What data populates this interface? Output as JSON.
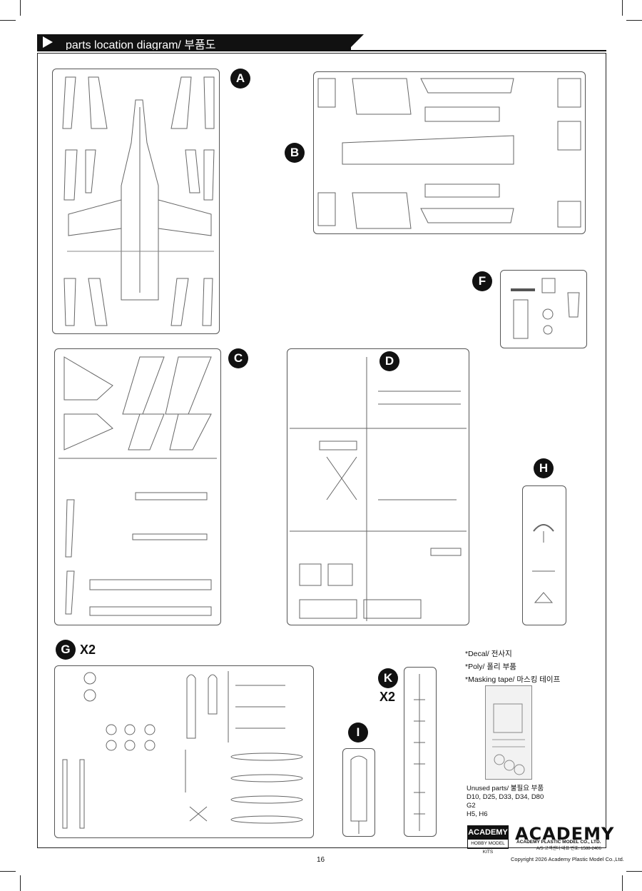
{
  "header": {
    "title": "parts location diagram/ 부품도"
  },
  "sprues": {
    "A": {
      "label": "A"
    },
    "B": {
      "label": "B"
    },
    "C": {
      "label": "C"
    },
    "D": {
      "label": "D"
    },
    "F": {
      "label": "F"
    },
    "G": {
      "label": "G",
      "multiplier": "X2"
    },
    "H": {
      "label": "H"
    },
    "I": {
      "label": "I"
    },
    "K": {
      "label": "K",
      "multiplier": "X2"
    }
  },
  "notes": {
    "decal": "*Decal/ 전사지",
    "poly": "*Poly/ 폴리 부품",
    "masking": "*Masking tape/ 마스킹 테이프"
  },
  "unused": {
    "title": "Unused parts/ 불필요 부품",
    "line1": "D10, D25, D33, D34, D80",
    "line2": "G2",
    "line3": "H5, H6"
  },
  "brand": {
    "badge_top": "ACADEMY",
    "badge_bottom": "HOBBY MODEL KITS",
    "logo": "ACADEMY",
    "company": "ACADEMY PLASTIC MODEL CO., LTD.",
    "service": "A/S 고객센터 대표 번호: 1588-2406"
  },
  "footer": {
    "page_number": "16",
    "copyright": "Copyright 2026 Academy Plastic Model Co.,Ltd."
  }
}
